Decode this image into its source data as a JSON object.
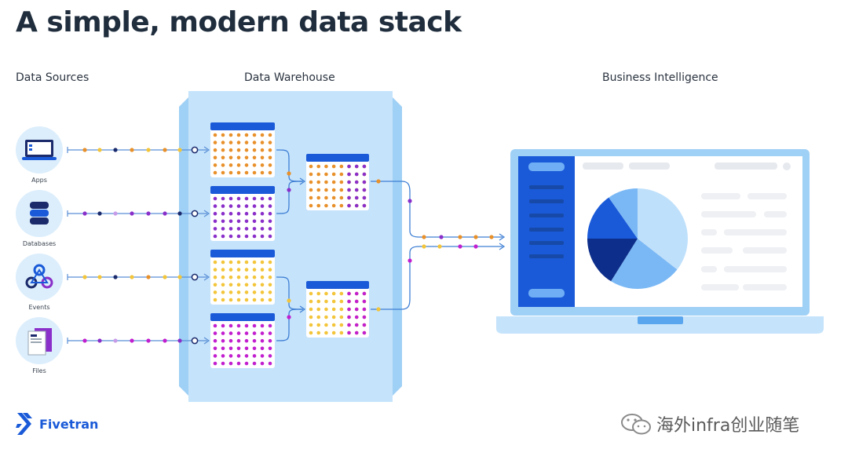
{
  "title": "A simple, modern data stack",
  "columns": {
    "sources": "Data Sources",
    "warehouse": "Data Warehouse",
    "bi": "Business Intelligence"
  },
  "sources": [
    {
      "label": "Apps",
      "icon": "laptop-icon",
      "dot_color": "#e8902a"
    },
    {
      "label": "Databases",
      "icon": "database-icon",
      "dot_color": "#8a2fc9"
    },
    {
      "label": "Events",
      "icon": "webhook-icon",
      "dot_color": "#f3c53a"
    },
    {
      "label": "Files",
      "icon": "files-icon",
      "dot_color": "#c21fcf"
    }
  ],
  "brand": "Fivetran",
  "watermark": "海外infra创业随笔",
  "colors": {
    "orange": "#e8902a",
    "purple": "#8a2fc9",
    "yellow": "#f3c53a",
    "magenta": "#c21fcf",
    "blue": "#1a5ad8",
    "light_blue": "#c5e3fb"
  }
}
